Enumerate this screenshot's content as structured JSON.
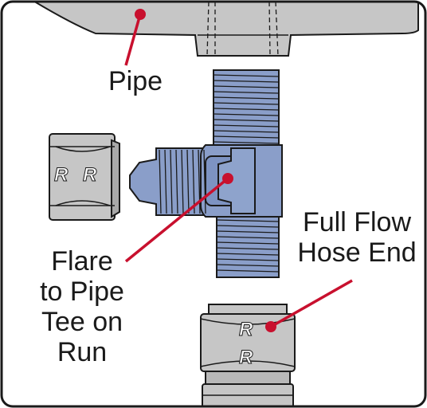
{
  "labels": {
    "pipe": "Pipe",
    "hose_end": [
      "Full Flow",
      "Hose End"
    ],
    "tee": [
      "Flare",
      "to Pipe",
      "Tee on",
      "Run"
    ]
  },
  "logo_letter": "R",
  "colors": {
    "pointer": "#c8102e",
    "anodized_blue": "#8a9ec9",
    "blue_dark": "#6f85b8",
    "steel": "#c6c6c6",
    "steel_dark": "#a8a8a8",
    "outline": "#1a1a1a"
  }
}
